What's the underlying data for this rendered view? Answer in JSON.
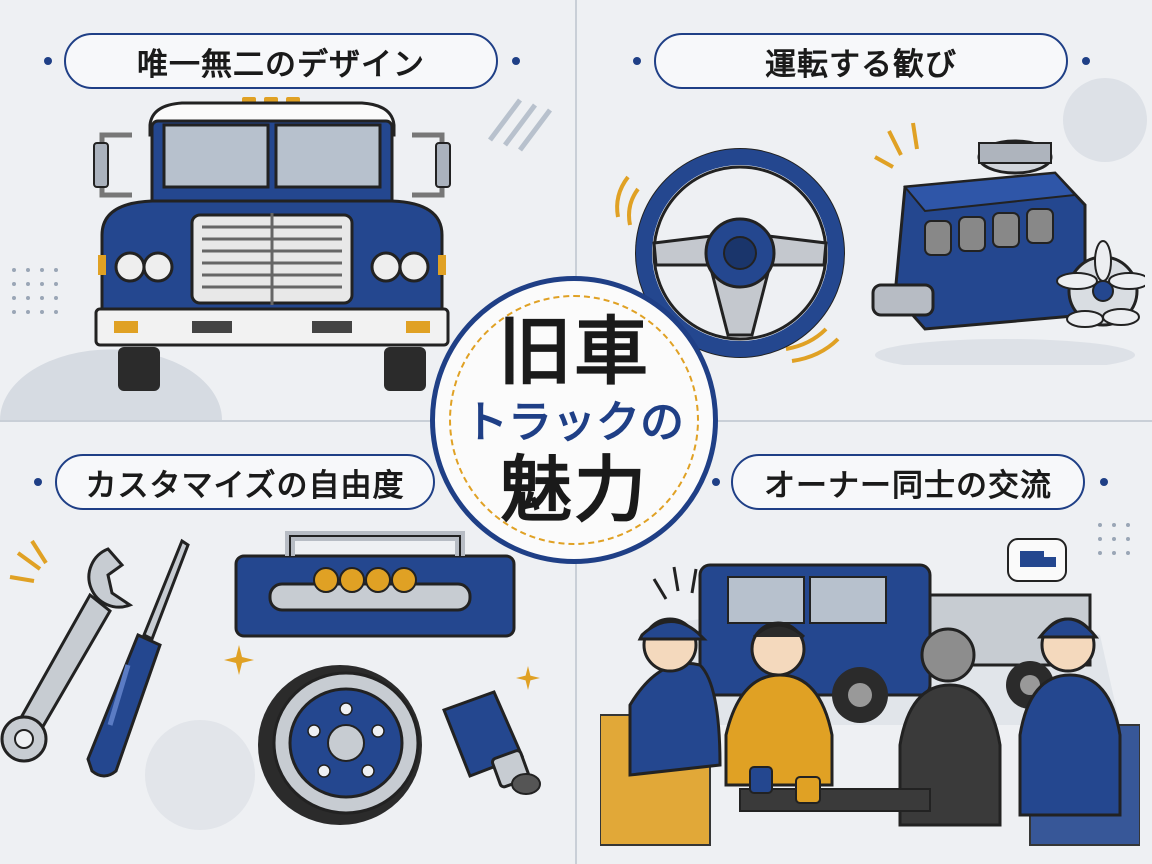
{
  "title": {
    "line1": "旧車",
    "line2": "トラックの",
    "line3": "魅力"
  },
  "panels": [
    {
      "label": "唯一無二のデザイン"
    },
    {
      "label": "運転する歓び"
    },
    {
      "label": "カスタマイズの自由度"
    },
    {
      "label": "オーナー同士の交流"
    }
  ],
  "icons": {
    "truck_front": "truck-front-illustration",
    "steering_wheel": "steering-wheel-illustration",
    "engine": "engine-illustration",
    "wrench": "wrench-icon",
    "screwdriver": "screwdriver-icon",
    "bumper": "bumper-with-lights-illustration",
    "wheel": "alloy-wheel-illustration",
    "muffler": "muffler-illustration",
    "owners": "owners-gathering-illustration",
    "speech_bubble": "truck-speech-bubble-icon"
  },
  "colors": {
    "navy": "#1f3f86",
    "accent": "#e0a124",
    "background": "#eef0f3"
  }
}
